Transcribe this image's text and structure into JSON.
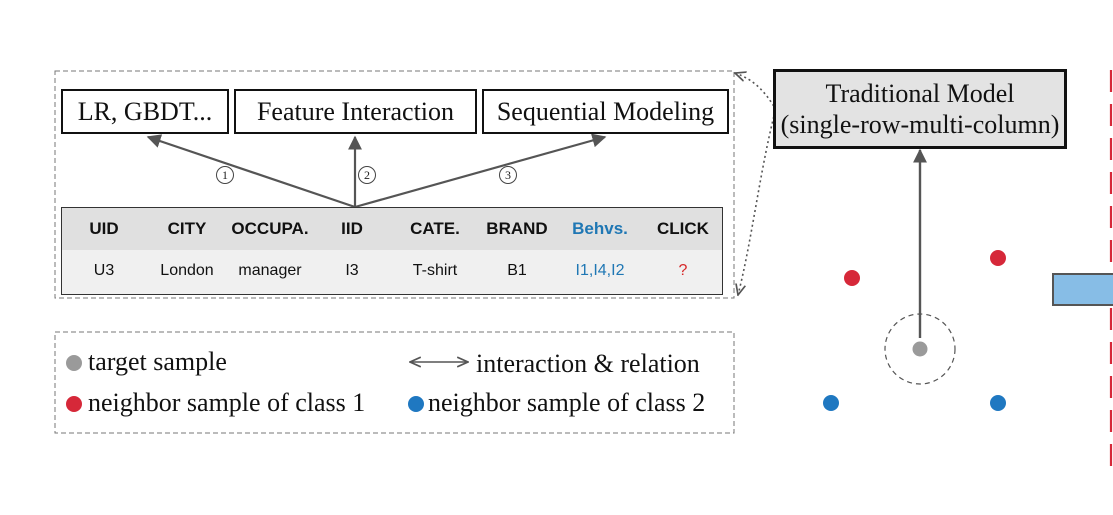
{
  "colors": {
    "behaviors_blue": "#1f77b4",
    "click_red": "#d62728",
    "class1_red": "#d62839",
    "class2_blue": "#1f78c1",
    "target_gray": "#9a9a9a",
    "traditional_fill": "#e3e3e3",
    "header_fill": "#e0e0e0",
    "side_bar_blue": "#87bde6"
  },
  "models": {
    "lr": "LR, GBDT...",
    "feature_interaction": "Feature Interaction",
    "sequential": "Sequential Modeling"
  },
  "steps": [
    "1",
    "2",
    "3"
  ],
  "traditional_model": {
    "line1": "Traditional Model",
    "line2": "(single-row-multi-column)"
  },
  "table": {
    "headers": [
      "UID",
      "CITY",
      "OCCUPA.",
      "IID",
      "CATE.",
      "BRAND",
      "Behvs.",
      "CLICK"
    ],
    "row": [
      "U3",
      "London",
      "manager",
      "I3",
      "T-shirt",
      "B1",
      "I1,I4,I2",
      "?"
    ]
  },
  "legend": {
    "target": "target sample",
    "interaction": "interaction & relation",
    "class1": "neighbor sample of class 1",
    "class2": "neighbor sample of class 2",
    "icons": [
      "gray-dot-icon",
      "double-arrow-icon",
      "red-dot-icon",
      "blue-dot-icon"
    ]
  }
}
